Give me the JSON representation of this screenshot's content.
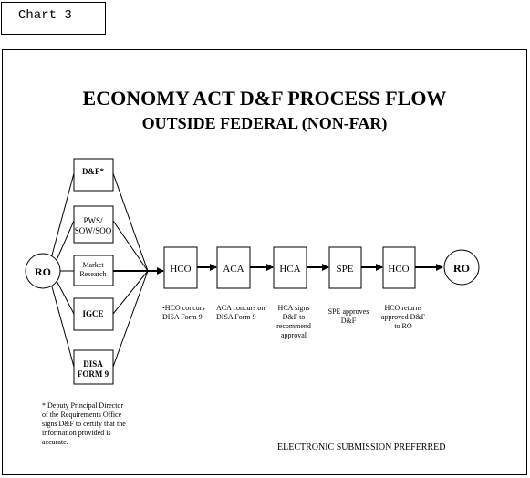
{
  "chart_tag": "Chart 3",
  "title": "ECONOMY ACT D&F PROCESS FLOW",
  "subtitle": "OUTSIDE FEDERAL (NON-FAR)",
  "start_node": "RO",
  "end_node": "RO",
  "documents": [
    {
      "lines": [
        "D&F*"
      ]
    },
    {
      "lines": [
        "PWS/",
        "SOW/SOO"
      ]
    },
    {
      "lines": [
        "Market",
        "Research"
      ]
    },
    {
      "lines": [
        "IGCE"
      ]
    },
    {
      "lines": [
        "DISA",
        "FORM 9"
      ]
    }
  ],
  "steps": [
    {
      "label": "HCO",
      "note": [
        "•HCO concurs",
        "DISA Form 9"
      ]
    },
    {
      "label": "ACA",
      "note": [
        "ACA concurs on",
        "DISA Form 9"
      ]
    },
    {
      "label": "HCA",
      "note": [
        "HCA signs",
        "D&F to",
        "recommend",
        "approval"
      ]
    },
    {
      "label": "SPE",
      "note": [
        "SPE approves",
        "D&F"
      ]
    },
    {
      "label": "HCO",
      "note": [
        "HCO returns",
        "approved D&F",
        "to RO"
      ]
    }
  ],
  "footnote": [
    "* Deputy Principal Director",
    "of the Requirements Office",
    "signs D&F to certify that the",
    "information provided is",
    "accurate."
  ],
  "bottom_note": "ELECTRONIC SUBMISSION PREFERRED"
}
